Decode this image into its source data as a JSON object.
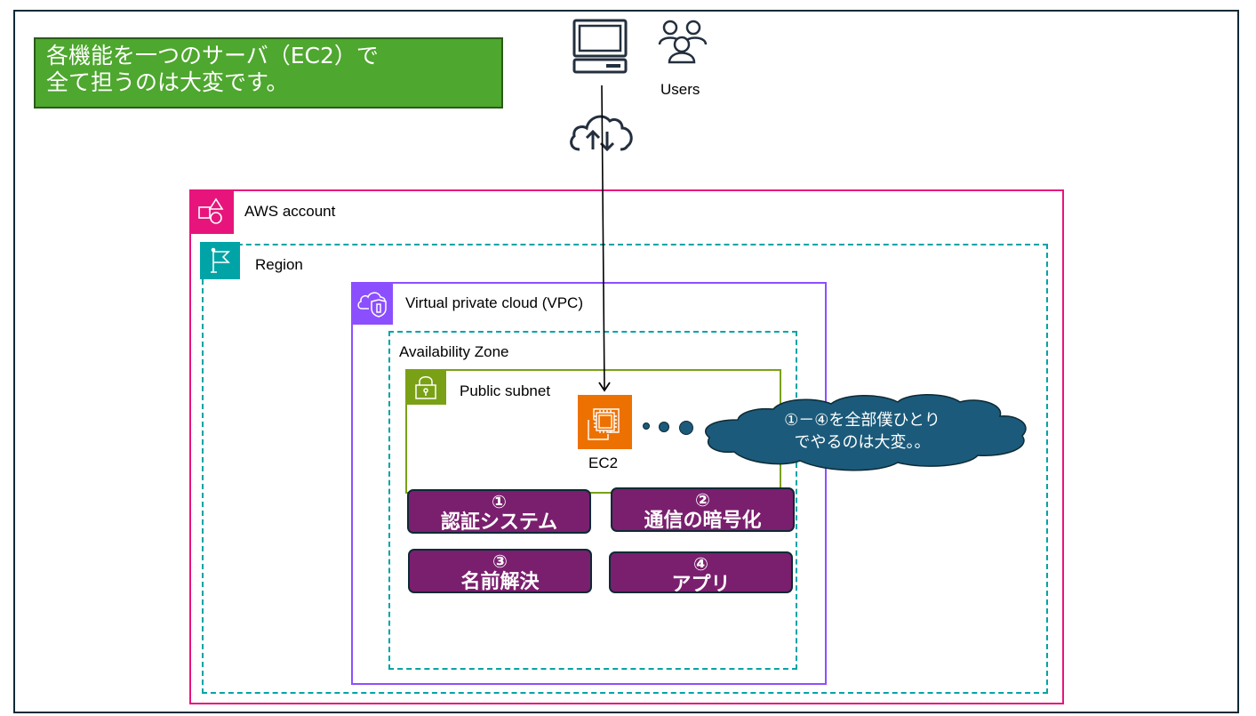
{
  "callout": {
    "text": "各機能を一つのサーバ（EC2）で\n全て担うのは大変です。",
    "color": "#4ea72e"
  },
  "top": {
    "client_icon": "desktop-client-icon",
    "users_icon": "users-icon",
    "users_label": "Users",
    "internet_icon": "internet-cloud-updown-icon"
  },
  "groups": {
    "aws_account": {
      "label": "AWS account",
      "icon": "aws-account-icon",
      "color": "#e7157b"
    },
    "region": {
      "label": "Region",
      "icon": "region-flag-icon",
      "color": "#00a4a6"
    },
    "vpc": {
      "label": "Virtual private cloud (VPC)",
      "icon": "vpc-cloud-shield-icon",
      "color": "#8c4fff"
    },
    "az": {
      "label": "Availability Zone",
      "color": "#00a4a6"
    },
    "subnet": {
      "label": "Public subnet",
      "icon": "lock-icon",
      "color": "#7aa116"
    }
  },
  "ec2": {
    "label": "EC2",
    "icon": "ec2-instance-icon",
    "color": "#ed7100"
  },
  "thought": {
    "line1": "①－④を全部僕ひとり",
    "line2": "でやるのは大変。。",
    "color": "#1b5a7a"
  },
  "functions": [
    {
      "num": "①",
      "label": "認証システム"
    },
    {
      "num": "②",
      "label": "通信の暗号化"
    },
    {
      "num": "③",
      "label": "名前解決"
    },
    {
      "num": "④",
      "label": "アプリ"
    }
  ],
  "function_color": "#7a1f6e"
}
